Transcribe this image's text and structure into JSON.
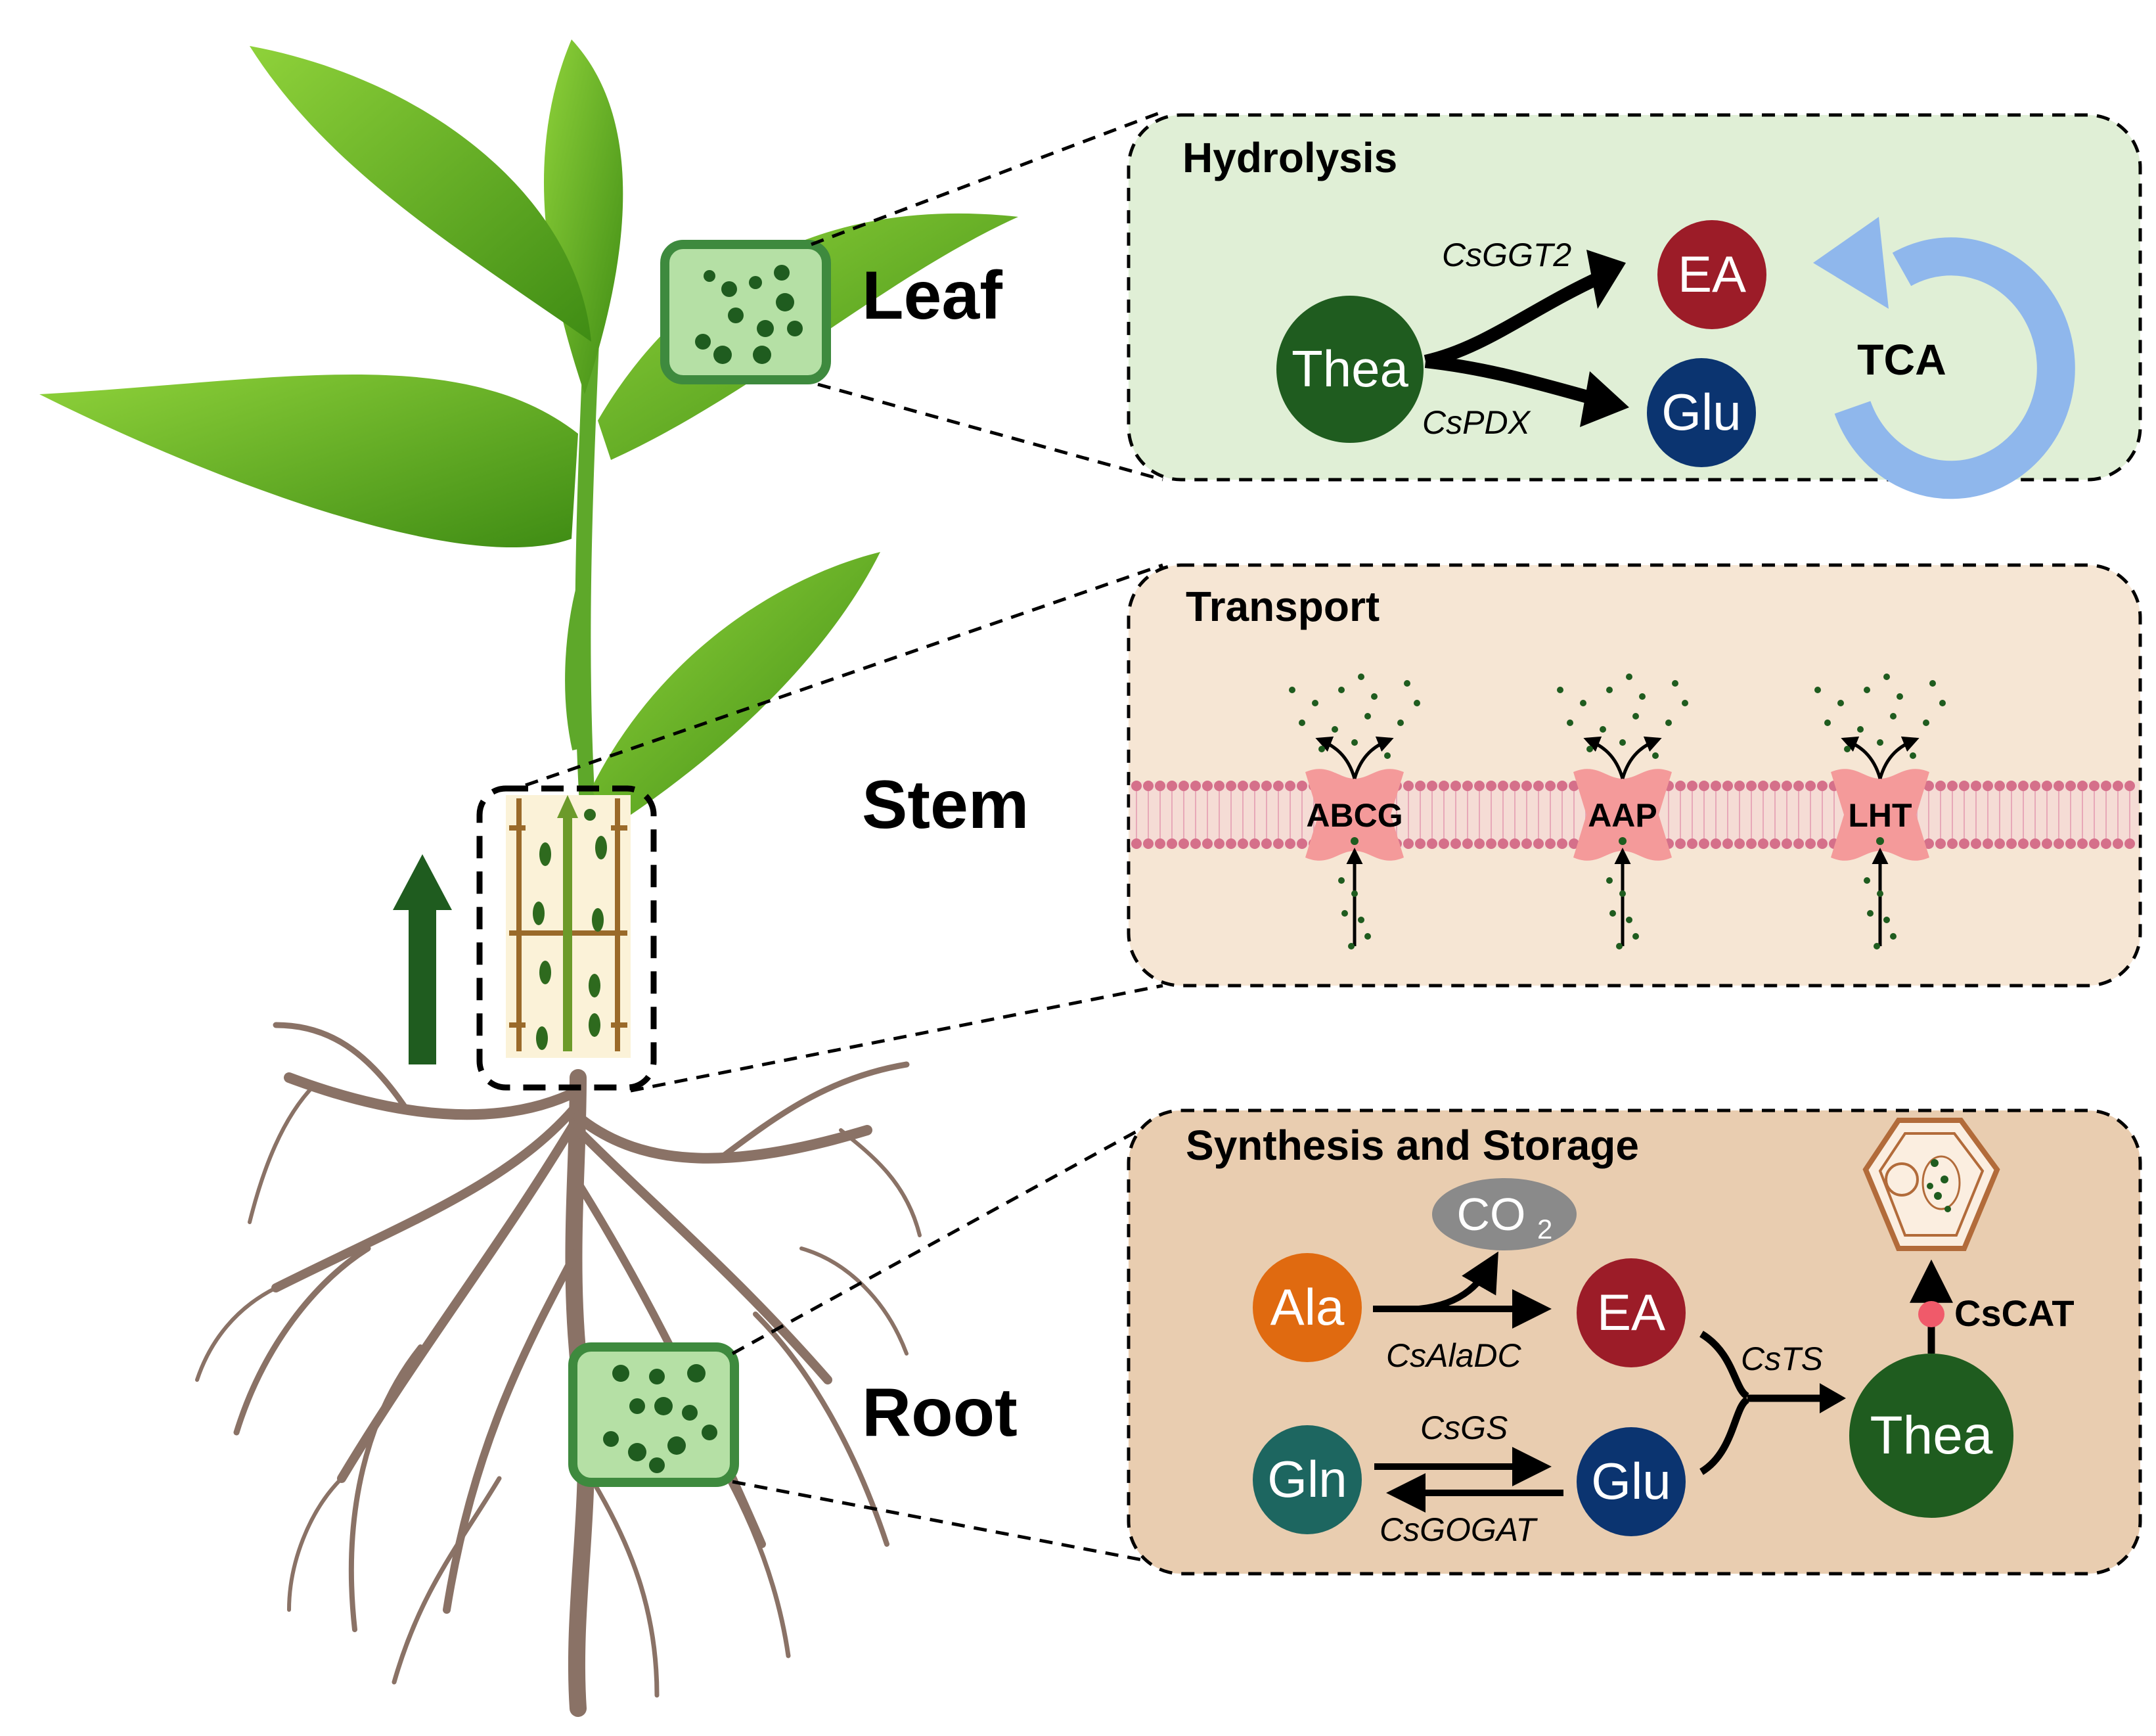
{
  "organs": {
    "leaf": "Leaf",
    "stem": "Stem",
    "root": "Root"
  },
  "hydrolysis": {
    "title": "Hydrolysis",
    "thea": "Thea",
    "ea": "EA",
    "glu": "Glu",
    "enzyme_top": "CsGGT2",
    "enzyme_bottom": "CsPDX",
    "cycle": "TCA"
  },
  "transport": {
    "title": "Transport",
    "transporters": [
      "ABCG",
      "AAP",
      "LHT"
    ]
  },
  "synthesis": {
    "title": "Synthesis and Storage",
    "ala": "Ala",
    "co2_main": "CO",
    "co2_sub": "2",
    "ea": "EA",
    "gln": "Gln",
    "glu": "Glu",
    "thea": "Thea",
    "enzyme_alaDC": "CsAlaDC",
    "enzyme_ts": "CsTS",
    "enzyme_gs": "CsGS",
    "enzyme_gogat": "CsGOGAT",
    "transporter": "CsCAT"
  },
  "colors": {
    "thea": "#1f5c1f",
    "ea": "#9c1c28",
    "glu": "#0b3470",
    "ala": "#e06a10",
    "gln": "#1d6660",
    "co2": "#8a8a8a",
    "tca_arrow": "#8fb7ec",
    "panel_hydrolysis": "#e0efd6",
    "panel_transport": "#f6e6d4",
    "panel_synthesis": "#e9cdb0",
    "leaf_green": "#4a9c1a",
    "root_brown": "#8a7266",
    "membrane": "#d5708a",
    "channel": "#f49a9a",
    "dot_green": "#1f5c1f"
  }
}
